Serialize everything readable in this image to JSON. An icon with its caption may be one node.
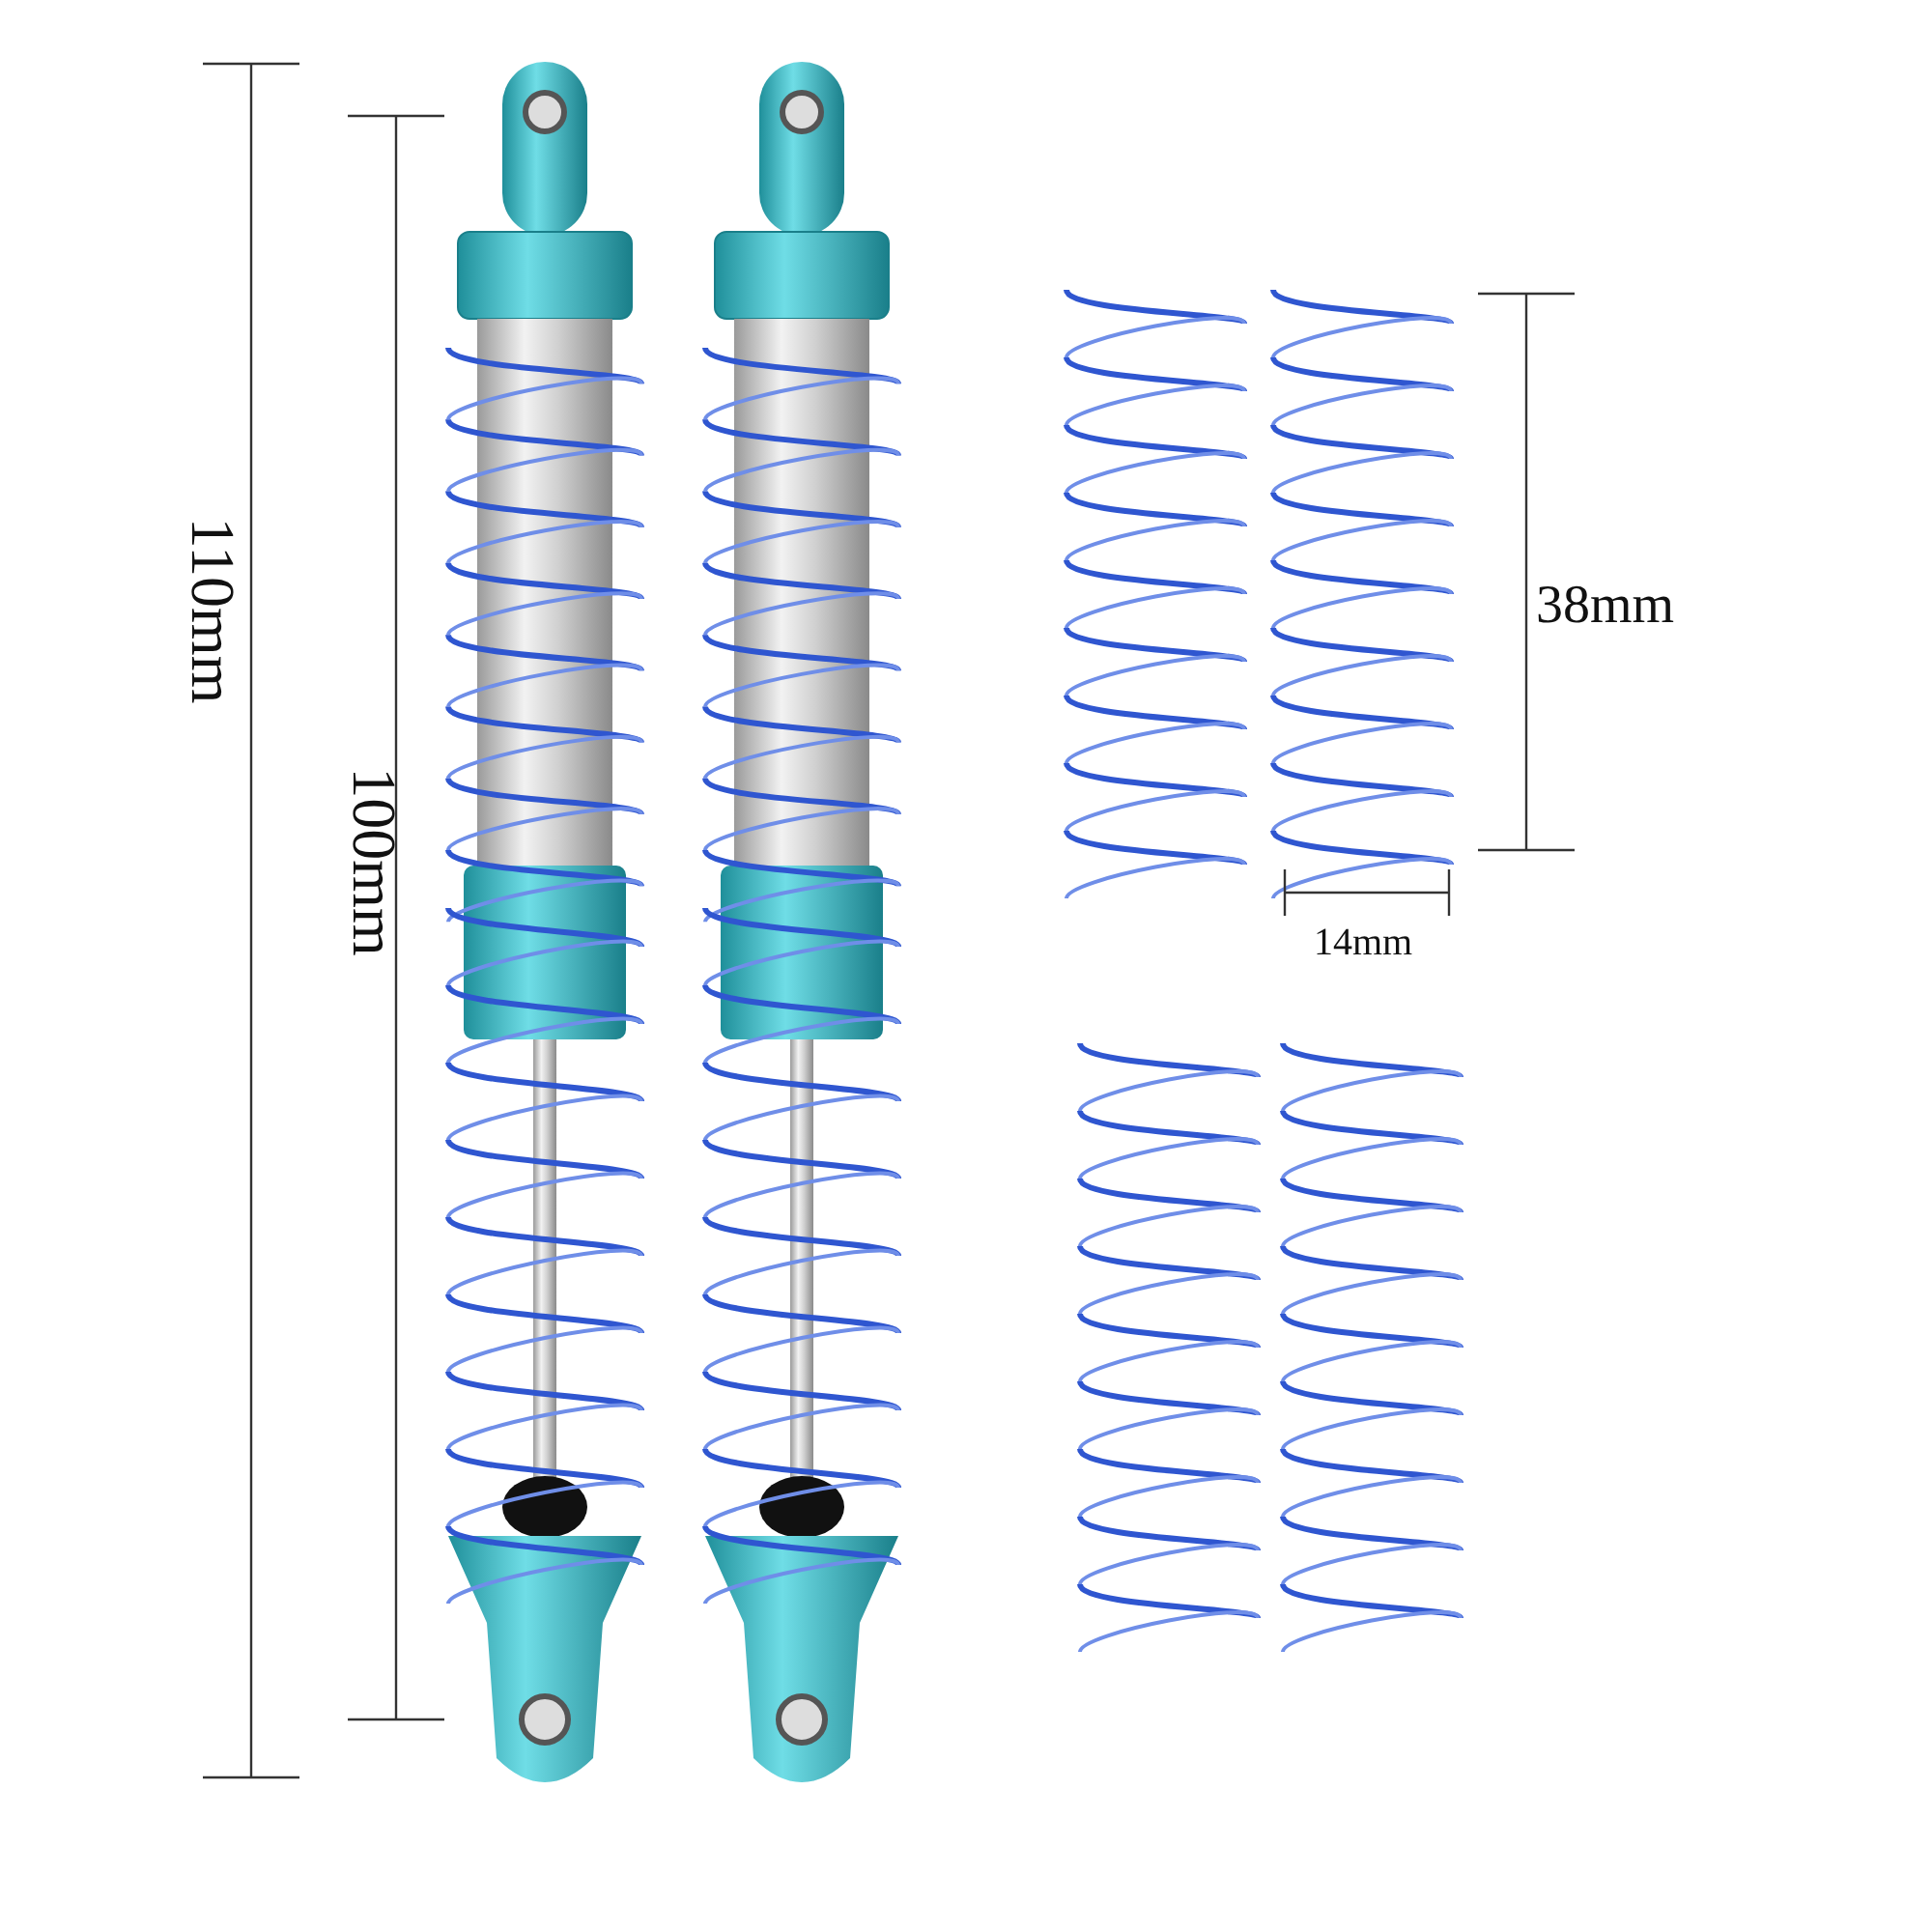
{
  "diagram": {
    "labels": [
      "110mm",
      "100mm",
      "38mm",
      "14mm"
    ]
  }
}
